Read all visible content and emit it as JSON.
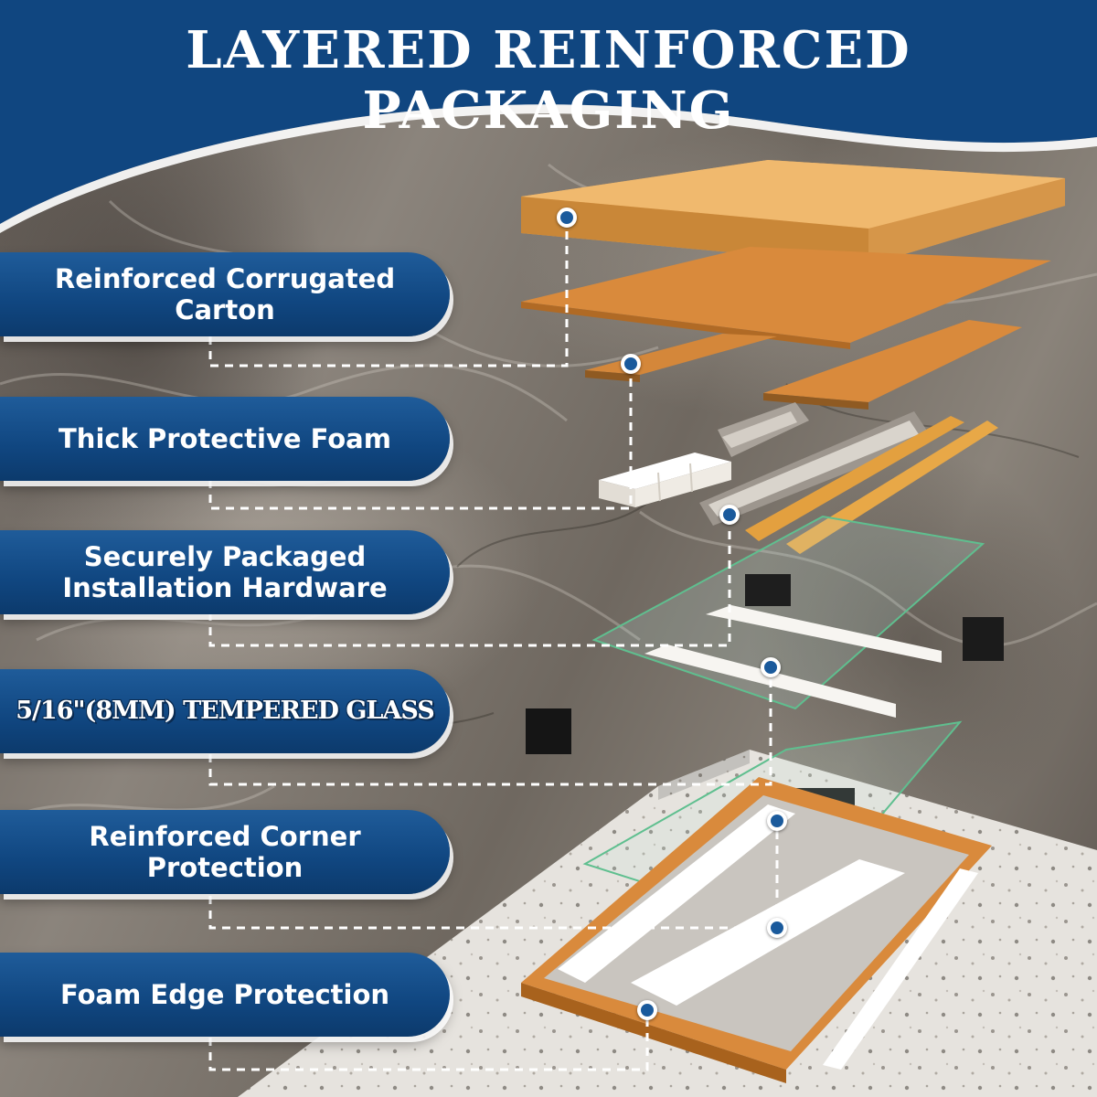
{
  "title": "LAYERED REINFORCED PACKAGING",
  "labels": [
    {
      "line1": "Reinforced Corrugated Carton",
      "line2": ""
    },
    {
      "line1": "Thick Protective Foam",
      "line2": ""
    },
    {
      "line1": "Securely Packaged",
      "line2": "Installation Hardware"
    },
    {
      "line1": "5/16\"(8MM) TEMPERED GLASS",
      "line2": ""
    },
    {
      "line1": "Reinforced Corner Protection",
      "line2": ""
    },
    {
      "line1": "Foam Edge Protection",
      "line2": ""
    }
  ],
  "colors": {
    "banner": "#104680",
    "pill": "#104680",
    "carton": "#d98a3c",
    "foam": "#f3f1ec",
    "leader": "#ffffff"
  }
}
